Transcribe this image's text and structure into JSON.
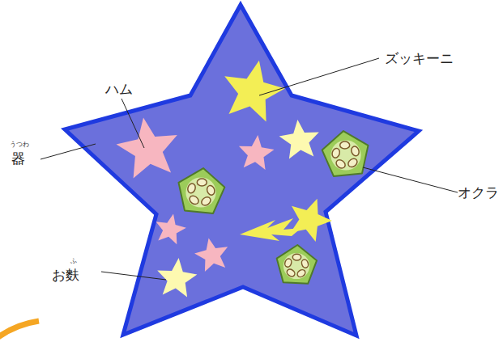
{
  "diagram": {
    "labels": [
      "ズッキーニ",
      "ハム",
      "器",
      "うつわ",
      "オクラ",
      "お麩",
      "ふ"
    ]
  }
}
